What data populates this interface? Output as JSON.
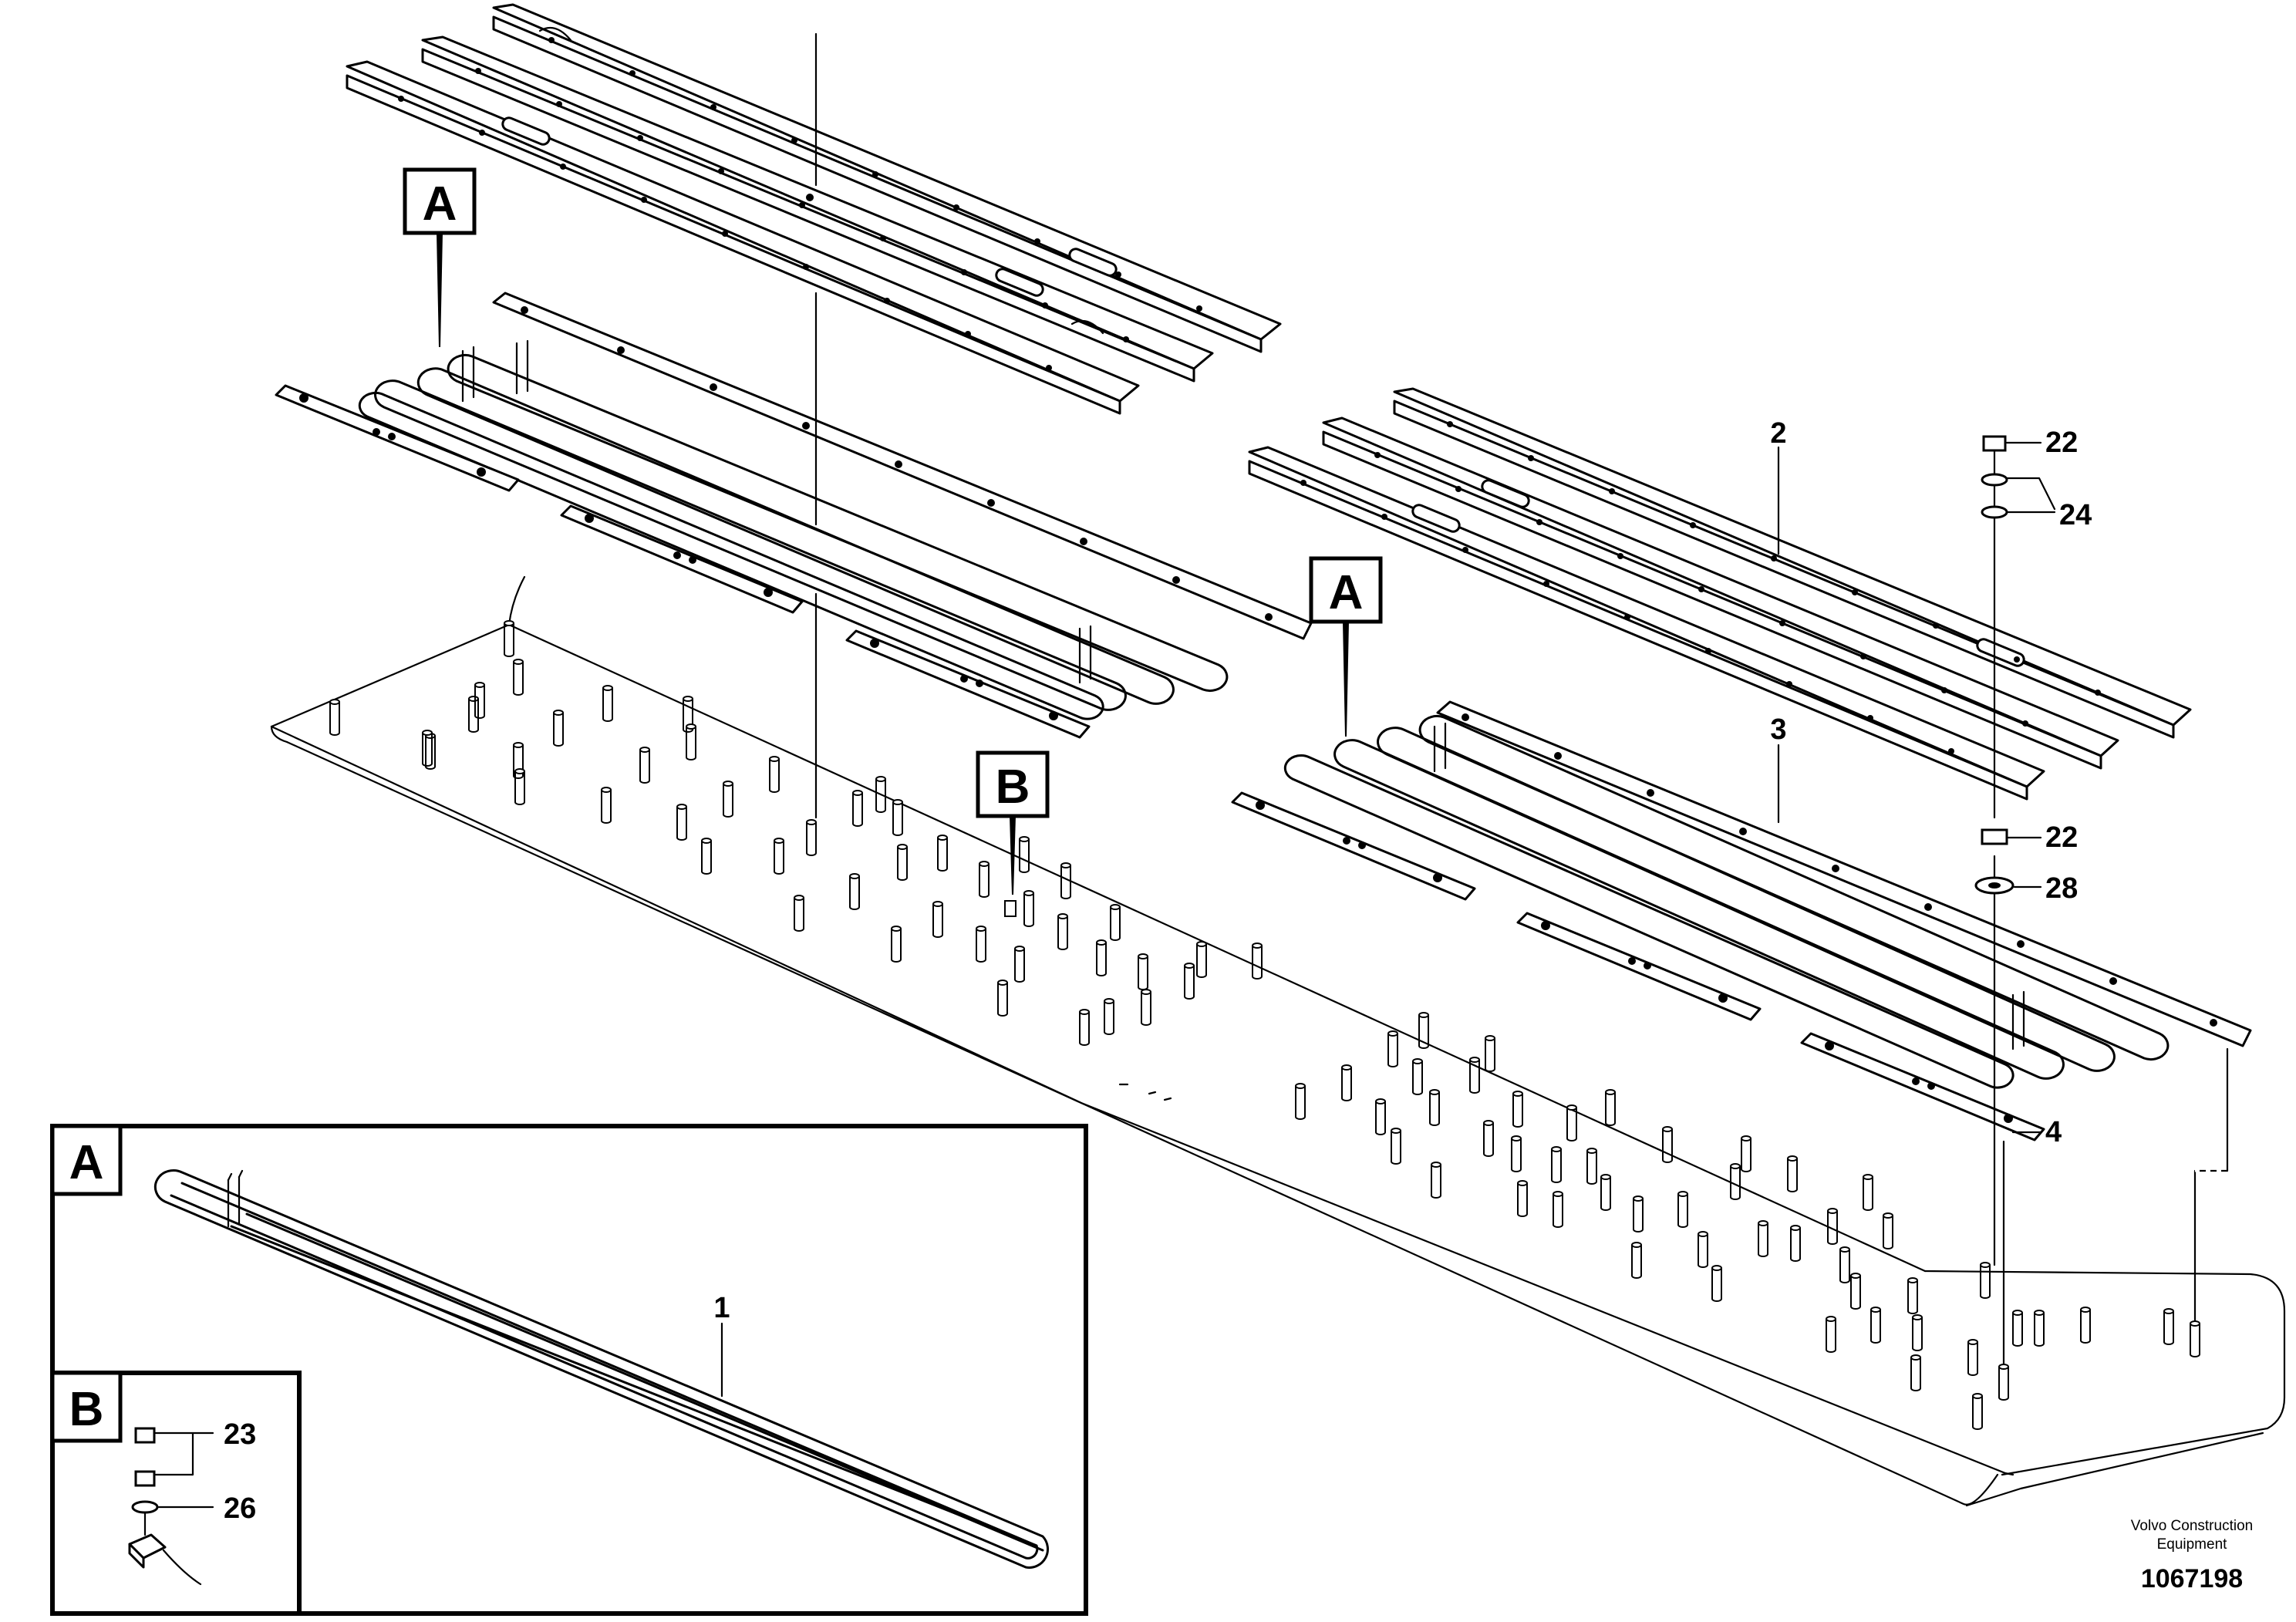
{
  "view_letters": {
    "view_a": "A",
    "view_b": "B"
  },
  "callouts": {
    "p1": "1",
    "p2": "2",
    "p3": "3",
    "p4": "4",
    "p22a": "22",
    "p22b": "22",
    "p23": "23",
    "p24": "24",
    "p26": "26",
    "p28": "28"
  },
  "footer": {
    "manufacturer_line1": "Volvo Construction",
    "manufacturer_line2": "Equipment",
    "drawing_number": "1067198"
  }
}
